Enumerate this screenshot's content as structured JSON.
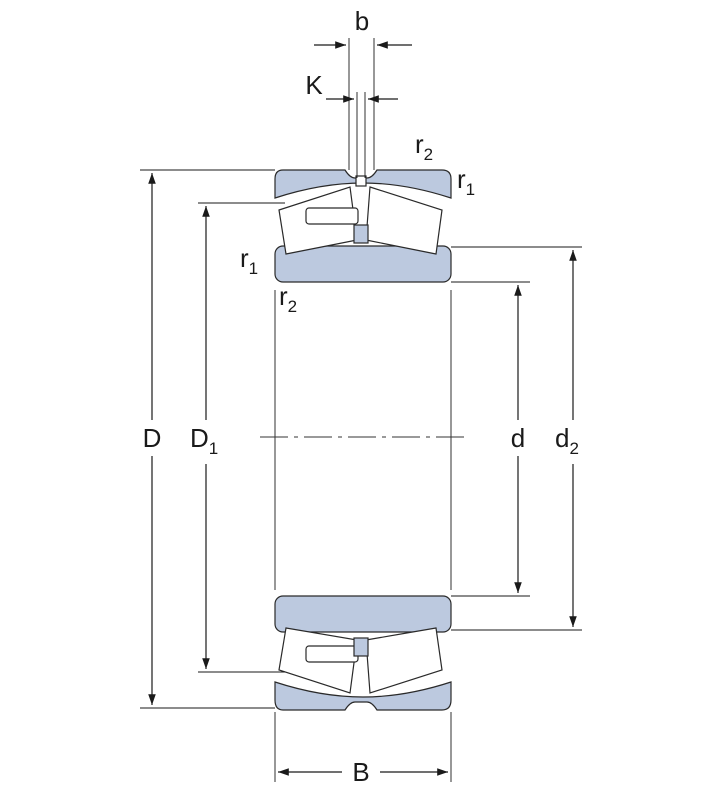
{
  "labels": {
    "b": "b",
    "K": "K",
    "r": "r",
    "sub1": "1",
    "sub2": "2",
    "D": "D",
    "D1_main": "D",
    "D1_sub": "1",
    "d": "d",
    "d2_main": "d",
    "d2_sub": "2",
    "B": "B"
  },
  "colors": {
    "ring_fill": "#bcc9df",
    "line": "#1a1a1a",
    "background": "#ffffff"
  }
}
